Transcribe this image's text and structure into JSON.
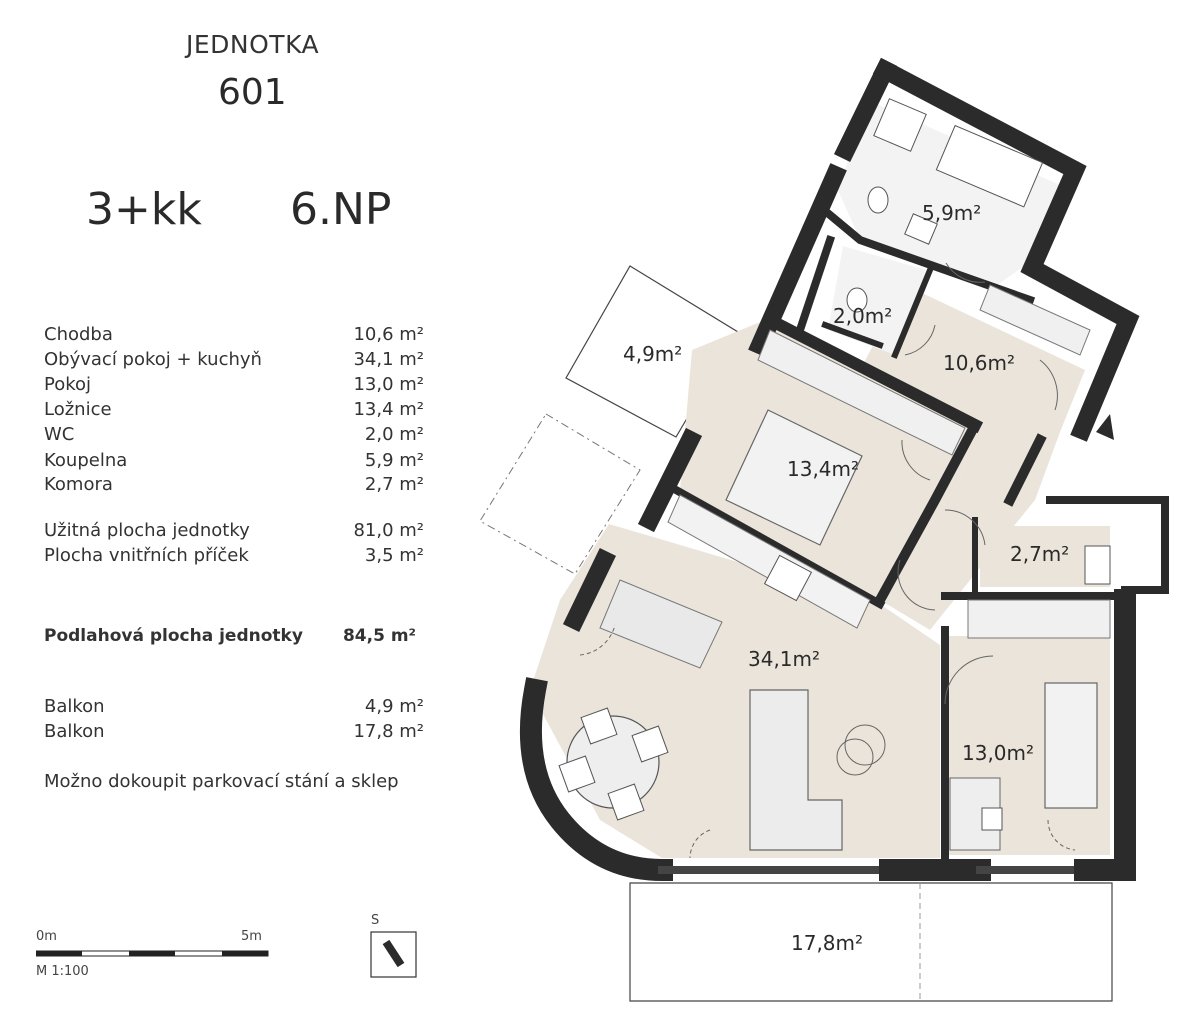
{
  "header": {
    "unit_label": "JEDNOTKA",
    "unit_number": "601",
    "layout": "3+kk",
    "floor": "6.NP"
  },
  "areas": [
    {
      "name": "Chodba",
      "value": "10,6 m²"
    },
    {
      "name": "Obývací pokoj + kuchyň",
      "value": "34,1 m²"
    },
    {
      "name": "Pokoj",
      "value": "13,0 m²"
    },
    {
      "name": "Ložnice",
      "value": "13,4 m²"
    },
    {
      "name": "WC",
      "value": "2,0 m²"
    },
    {
      "name": "Koupelna",
      "value": "5,9 m²"
    },
    {
      "name": "Komora",
      "value": "2,7 m²"
    }
  ],
  "totals": [
    {
      "name": "Užitná plocha jednotky",
      "value": "81,0 m²"
    },
    {
      "name": "Plocha vnitřních příček",
      "value": "3,5 m²"
    }
  ],
  "floor_area": {
    "name": "Podlahová plocha jednotky",
    "value": "84,5 m²"
  },
  "balconies": [
    {
      "name": "Balkon",
      "value": "4,9 m²"
    },
    {
      "name": "Balkon",
      "value": "17,8 m²"
    }
  ],
  "note": "Možno dokoupit parkovací stání a sklep",
  "scale": {
    "start": "0m",
    "end": "5m",
    "ratio": "M 1:100"
  },
  "compass": {
    "label": "S"
  },
  "plan_labels": {
    "bathroom": "5,9m²",
    "wc": "2,0m²",
    "hall": "10,6m²",
    "balcony_small": "4,9m²",
    "bedroom": "13,4m²",
    "storage": "2,7m²",
    "living": "34,1m²",
    "room": "13,0m²",
    "balcony_large": "17,8m²"
  },
  "colors": {
    "wall": "#2b2b2b",
    "floor": "#ebe4da",
    "fixture": "#e8e8e8",
    "line": "#555555"
  }
}
